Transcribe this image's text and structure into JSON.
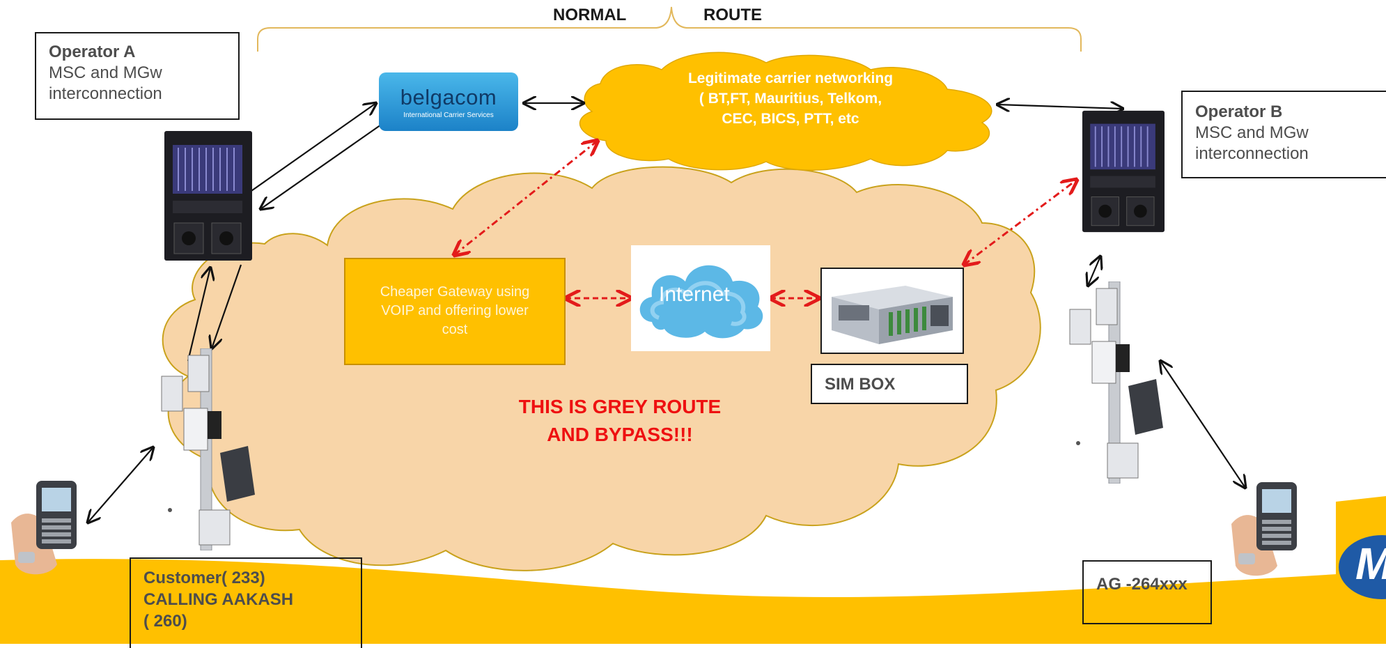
{
  "header": {
    "normal": "NORMAL",
    "route": "ROUTE"
  },
  "operator_a": {
    "title": "Operator A",
    "line1": "MSC and MGw",
    "line2": "interconnection"
  },
  "operator_b": {
    "title": "Operator B",
    "line1": "MSC and MGw",
    "line2": "interconnection"
  },
  "belgacom": {
    "name": "belgacom",
    "subtitle": "International Carrier Services"
  },
  "carrier_cloud": {
    "line1": "Legitimate carrier networking",
    "line2": "( BT,FT, Mauritius, Telkom,",
    "line3": "CEC, BICS, PTT, etc"
  },
  "gateway": {
    "line1": "Cheaper Gateway using",
    "line2": "VOIP and offering lower",
    "line3": "cost"
  },
  "internet": {
    "label": "Internet"
  },
  "sim_box": {
    "label": "SIM BOX"
  },
  "grey_route": {
    "line1": "THIS IS GREY ROUTE",
    "line2": "AND BYPASS!!!"
  },
  "customer": {
    "line1": "Customer( 233)",
    "line2": "CALLING AAKASH",
    "line3": "( 260)"
  },
  "ag": {
    "label": "AG -264xxx"
  },
  "logo": {
    "letter": "M"
  },
  "colors": {
    "yellow": "#ffc000",
    "peach": "#f8d5a8",
    "red_dash": "#e31b1b",
    "text_gray": "#4d4d4d"
  },
  "icons": [
    "msc-rack-icon",
    "cell-tower-icon",
    "mobile-phone-icon",
    "server-box-icon",
    "internet-cloud-icon"
  ]
}
